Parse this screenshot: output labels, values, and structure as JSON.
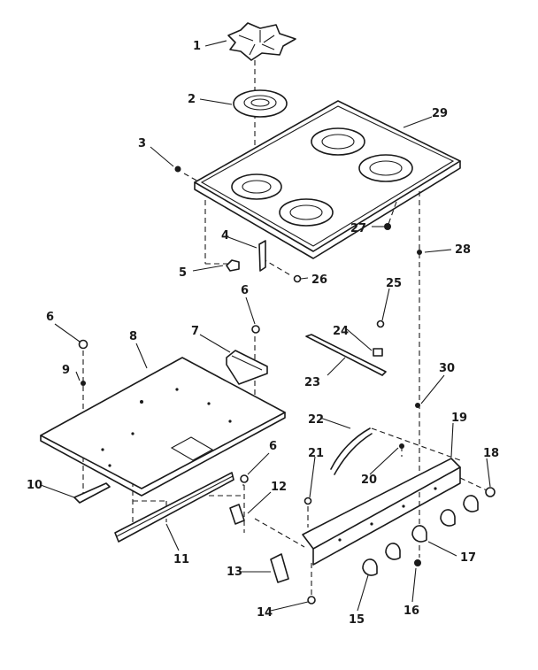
{
  "callouts": {
    "c1": "1",
    "c2": "2",
    "c3": "3",
    "c4": "4",
    "c5": "5",
    "c6a": "6",
    "c6b": "6",
    "c6c": "6",
    "c7": "7",
    "c8": "8",
    "c9": "9",
    "c10": "10",
    "c11": "11",
    "c12": "12",
    "c13": "13",
    "c14": "14",
    "c15": "15",
    "c16": "16",
    "c17": "17",
    "c18": "18",
    "c19": "19",
    "c20": "20",
    "c21": "21",
    "c22": "22",
    "c23": "23",
    "c24": "24",
    "c25": "25",
    "c26": "26",
    "c27": "27",
    "c28": "28",
    "c29": "29",
    "c30": "30"
  }
}
